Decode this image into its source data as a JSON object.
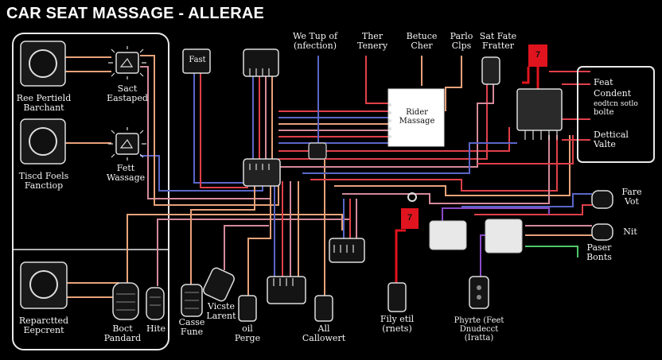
{
  "title": "CAR SEAT MASSAGE - ALLERAE",
  "colors": {
    "background": "#000000",
    "wire_red": "#e0404a",
    "wire_blue": "#5a66c8",
    "wire_pink": "#d48a9a",
    "wire_orange": "#e8a27a",
    "wire_purple": "#8a4ac8",
    "wire_green": "#4cc86a",
    "warning_red": "#e0141e"
  },
  "left_panel": {
    "module1": "Ree Pertield\nBarchant",
    "module2": "Tiscd Foels\nFanctiop",
    "module3": "Reparctted\nEepcrent",
    "switch1": "Sact\nEastaped",
    "switch2": "Fett\nWassage",
    "plug1": "Boct\nPandard",
    "plug2": "Hite"
  },
  "top_labels": {
    "fast": "Fast",
    "we_tup": "We Tup of\n(nfection)",
    "ther": "Ther\nTenery",
    "betuce": "Betuce\nCher",
    "parlo": "Parlo\nClps",
    "sat_fate": "Sat Fate\nFratter"
  },
  "rider_massage": "Rider\nMassage",
  "warning_badges": [
    "7",
    "7"
  ],
  "right_panel": {
    "feat": "Feat",
    "condent": "Condent",
    "sub1": "eodtcn sotlo",
    "sub2": "bolte",
    "dettical": "Dettical\nValte"
  },
  "right_labels": {
    "fare": "Fare\nVot",
    "nit": "Nit",
    "paser": "Paser\nBonts"
  },
  "bottom_labels": {
    "casse": "Casse\nFune",
    "vicste": "Vicste\nLarent",
    "oil": "oil\nPerge",
    "all": "All\nCallowert",
    "fily": "Fily etil\n(rnets)",
    "phyrte": "Phyrte (Feet\nDnudecct\n(Iratta)"
  }
}
